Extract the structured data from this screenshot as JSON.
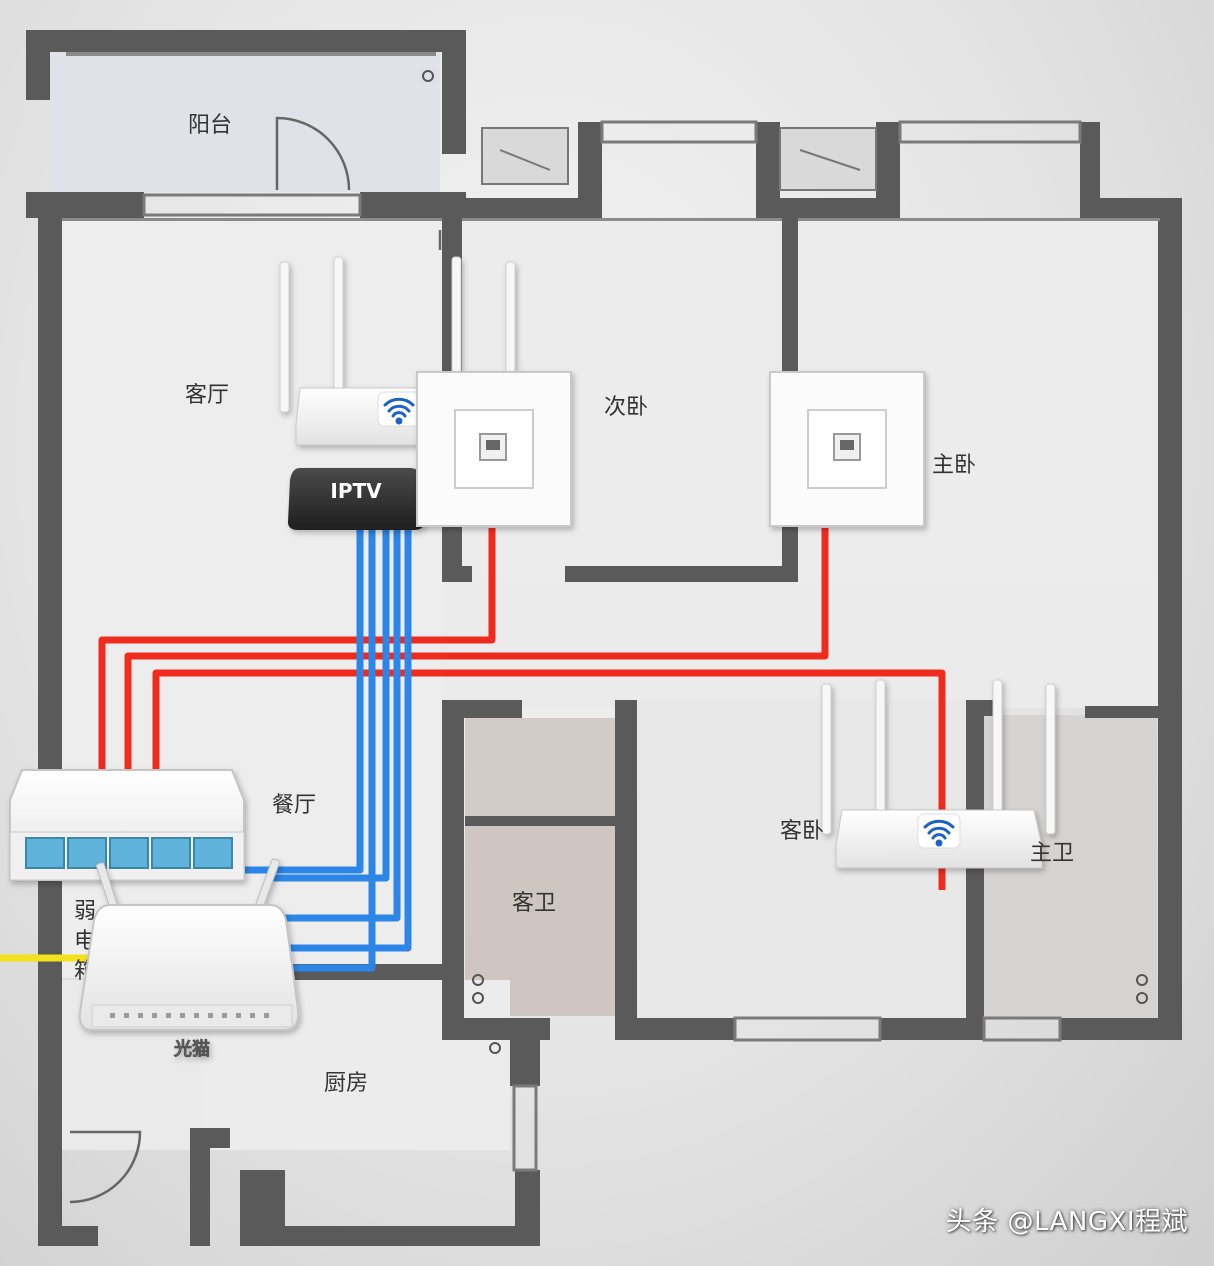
{
  "rooms": {
    "balcony": "阳台",
    "living_room": "客厅",
    "second_bedroom": "次卧",
    "master_bedroom": "主卧",
    "dining_room": "餐厅",
    "guest_bedroom": "客卧",
    "guest_bathroom": "客卫",
    "master_bathroom": "主卫",
    "kitchen": "厨房",
    "weak_box_1": "弱",
    "weak_box_2": "电",
    "weak_box_3": "箱"
  },
  "devices": {
    "iptv_label": "IPTV",
    "modem_label": "光猫"
  },
  "watermark": "头条 @LANGXI程斌",
  "colors": {
    "wall": "#585858",
    "floor_light": "#efefef",
    "floor_bath": "#cfc6c2",
    "cable_red": "#ef2b1f",
    "cable_blue": "#2b86e8",
    "cable_yellow": "#f2e21c",
    "port_blue": "#5fb2d9",
    "wifi_blue": "#1e63c8"
  }
}
